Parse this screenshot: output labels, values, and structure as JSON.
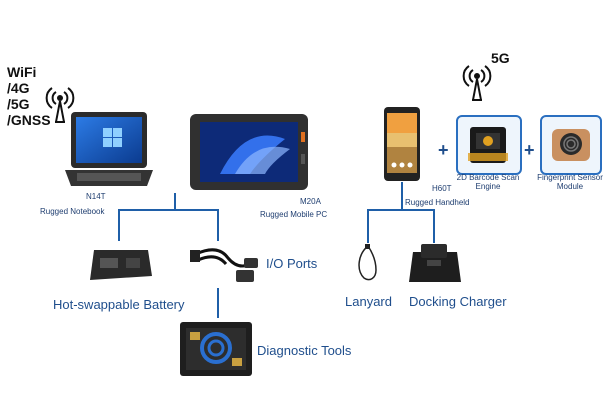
{
  "left_connectivity": [
    "WiFi",
    "/4G",
    "/5G",
    "/GNSS"
  ],
  "right_connectivity": "5G",
  "devices": {
    "notebook": {
      "model": "N14T",
      "name": "Rugged Notebook"
    },
    "tablet": {
      "model": "M20A",
      "name": "Rugged Mobile PC"
    },
    "handheld": {
      "model": "H60T",
      "name": "Rugged Handheld"
    }
  },
  "modules": {
    "barcode": "2D Barcode Scan Engine",
    "fingerprint": "Fingerprint Sensor Module",
    "plus": "+"
  },
  "accessories": {
    "battery": "Hot-swappable Battery",
    "io_ports": "I/O Ports",
    "diagnostic": "Diagnostic Tools",
    "lanyard": "Lanyard",
    "charger": "Docking Charger"
  },
  "colors": {
    "accent": "#1f4e8c",
    "line": "#1f5fa8",
    "module_border": "#2a6fc0"
  }
}
